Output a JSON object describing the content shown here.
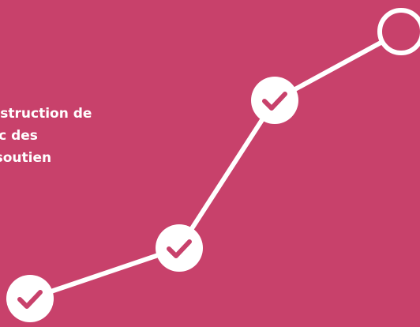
{
  "headline": {
    "lines": [
      "Construction de",
      "avec des",
      "de soutien"
    ]
  },
  "progress_path": {
    "steps": [
      {
        "state": "completed",
        "icon": "check-icon"
      },
      {
        "state": "completed",
        "icon": "check-icon"
      },
      {
        "state": "completed",
        "icon": "check-icon"
      },
      {
        "state": "pending",
        "icon": "empty-circle-icon"
      }
    ]
  },
  "colors": {
    "background": "#c8416b",
    "foreground": "#ffffff",
    "check": "#c8416b"
  }
}
